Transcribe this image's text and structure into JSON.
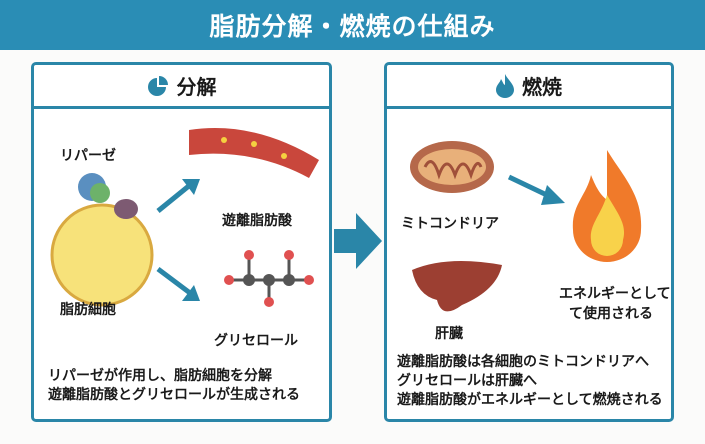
{
  "title": "脂肪分解・燃焼の仕組み",
  "left_panel": {
    "heading": "分解",
    "icon": "pie-chart-icon",
    "labels": {
      "lipase": "リパーゼ",
      "fat_cell": "脂肪細胞",
      "ffa": "遊離脂肪酸",
      "glycerol": "グリセロール"
    },
    "caption": [
      "リパーゼが作用し、脂肪細胞を分解",
      "遊離脂肪酸とグリセロールが生成される"
    ]
  },
  "right_panel": {
    "heading": "燃焼",
    "icon": "flame-icon",
    "labels": {
      "mito": "ミトコンドリア",
      "liver": "肝臓",
      "energy_1": "エネルギーとして",
      "energy_2": "て使用される"
    },
    "caption": [
      "遊離脂肪酸は各細胞のミトコンドリアへ",
      "グリセロールは肝臓へ",
      "遊離脂肪酸がエネルギーとして燃焼される"
    ]
  },
  "colors": {
    "accent": "#2a8db5",
    "border": "#2a86a8"
  }
}
